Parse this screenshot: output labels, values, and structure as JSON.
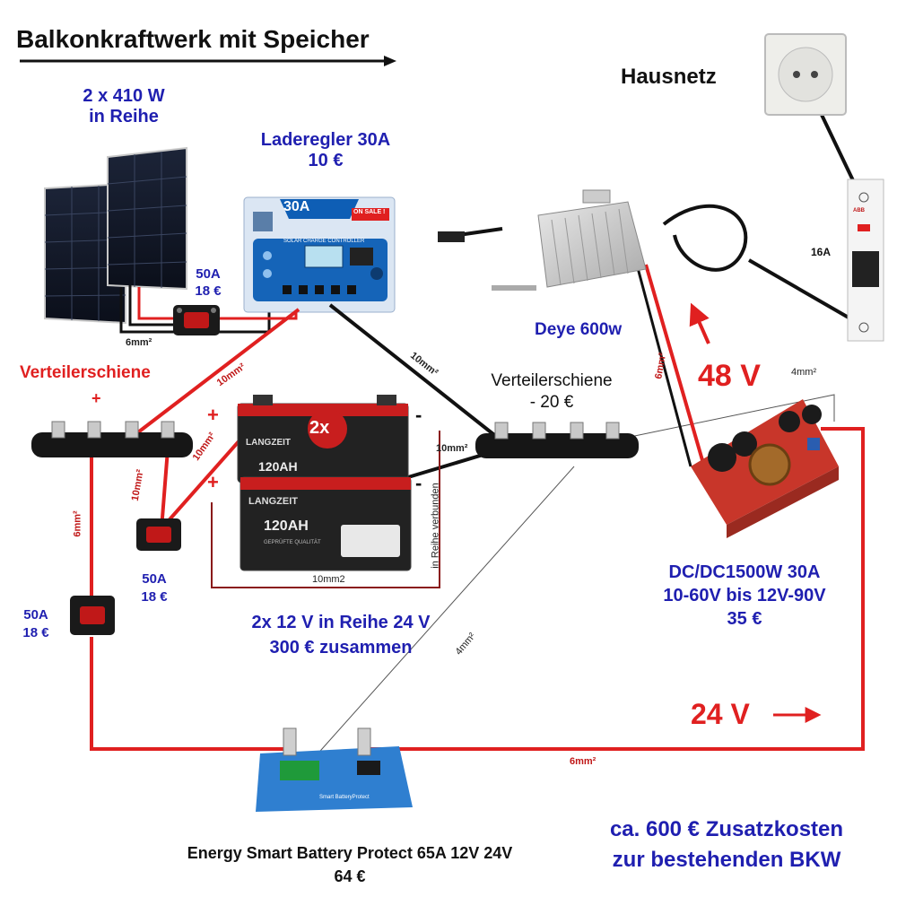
{
  "title": "Balkonkraftwerk mit Speicher",
  "hausnetz": "Hausnetz",
  "panels": {
    "line1": "2 x 410 W",
    "line2": "in Reihe"
  },
  "laderegler": {
    "name": "Laderegler 30A",
    "price": "10 €",
    "badge": "30A",
    "sale": "ON SALE !",
    "screen_label": "SOLAR CHARGE CONTROLLER"
  },
  "fuse_top": {
    "rating": "50A",
    "price": "18 €"
  },
  "fuse_mid": {
    "rating": "50A",
    "price": "18 €"
  },
  "fuse_left": {
    "rating": "50A",
    "price": "18 €"
  },
  "wire_6mm_top": "6mm²",
  "verteiler_pos": {
    "name": "Verteilerschiene",
    "sign": "+"
  },
  "verteiler_neg": {
    "name": "Verteilerschiene",
    "sign_price": "-  20 €"
  },
  "batteries": {
    "multiplier": "2x",
    "brand": "LANGZEIT",
    "capacity": "120AH",
    "sub": "GEPRÜFTE QUALITÄT",
    "plus1": "+",
    "plus2": "+",
    "minus1": "-",
    "minus2": "-",
    "line1": "2x 12 V in Reihe 24 V",
    "line2": "300 € zusammen",
    "wire_bottom": "10mm2",
    "series_note": "in Reihe verbunden"
  },
  "wire_labels": {
    "w10_a": "10mm²",
    "w10_b": "10mm²",
    "w10_c": "10mm²",
    "w10_d": "10mm²",
    "w10_e": "10mm²",
    "w6_left": "6mm²",
    "w6_deye": "6mm²",
    "w4_top": "4mm²",
    "w4_diag": "4mm²",
    "w6_bottom": "6mm²"
  },
  "inverter": {
    "name": "Deye 600w"
  },
  "breaker": {
    "rating": "16A",
    "brand": "ABB"
  },
  "voltage_48": "48 V",
  "voltage_24": "24 V",
  "dcdc": {
    "line1": "DC/DC1500W 30A",
    "line2": "10-60V bis 12V-90V",
    "line3": "35 €"
  },
  "battery_protect": {
    "line1": "Energy Smart Battery Protect 65A 12V 24V",
    "line2": "64 €",
    "label": "Smart BatteryProtect"
  },
  "total": {
    "line1": "ca. 600 €  Zusatzkosten",
    "line2": "zur bestehenden BKW"
  },
  "colors": {
    "wire_red": "#e02020",
    "wire_black": "#111111",
    "label_blue": "#1f1fb0",
    "label_red": "#e02020"
  }
}
